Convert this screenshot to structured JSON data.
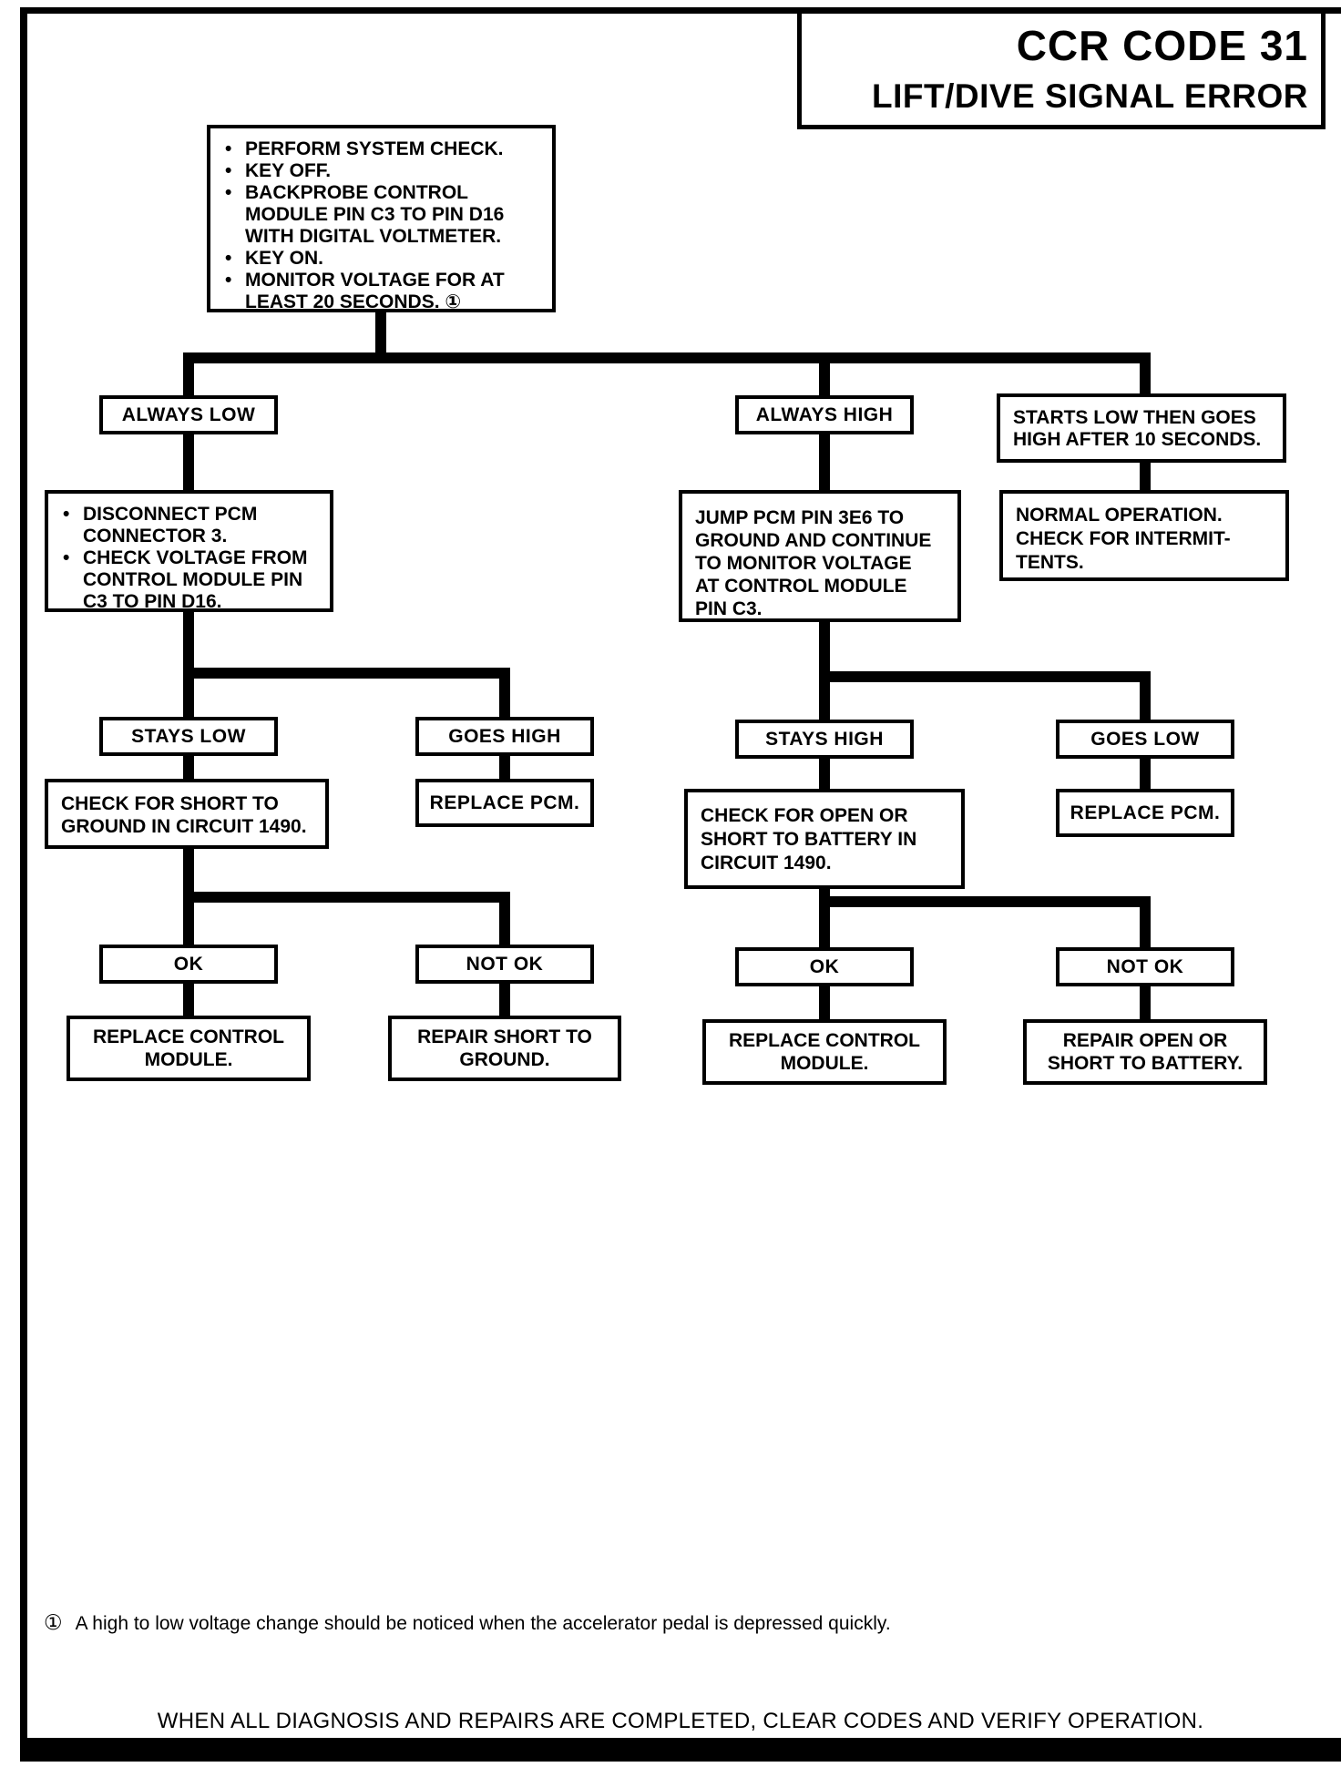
{
  "header": {
    "title": "CCR CODE 31",
    "subtitle": "LIFT/DIVE SIGNAL ERROR"
  },
  "flow": {
    "start_lines": [
      "PERFORM SYSTEM CHECK.",
      "KEY OFF.",
      "BACKPROBE CONTROL",
      "MODULE PIN C3 TO PIN D16",
      "WITH DIGITAL VOLTMETER.",
      "KEY ON.",
      "MONITOR VOLTAGE FOR AT",
      "LEAST 20 SECONDS. ①"
    ],
    "always_low_label": "ALWAYS LOW",
    "always_high_label": "ALWAYS HIGH",
    "starts_low_lines": [
      "STARTS LOW THEN GOES",
      "HIGH AFTER 10 SECONDS."
    ],
    "disconnect_lines": [
      "DISCONNECT PCM",
      "CONNECTOR 3.",
      "CHECK VOLTAGE FROM",
      "CONTROL MODULE PIN",
      "C3 TO PIN D16."
    ],
    "jump_lines": [
      "JUMP PCM PIN 3E6 TO",
      "GROUND AND CONTINUE",
      "TO MONITOR VOLTAGE",
      "AT CONTROL MODULE",
      "PIN C3."
    ],
    "normal_lines": [
      "NORMAL OPERATION.",
      "CHECK FOR INTERMIT-",
      "TENTS."
    ],
    "stays_low_label": "STAYS LOW",
    "goes_high_label": "GOES HIGH",
    "stays_high_label": "STAYS HIGH",
    "goes_low_label": "GOES LOW",
    "check_short_lines": [
      "CHECK FOR SHORT TO",
      "GROUND IN CIRCUIT 1490."
    ],
    "replace_pcm_left_label": "REPLACE PCM.",
    "check_open_lines": [
      "CHECK FOR OPEN OR",
      "SHORT TO BATTERY IN",
      "CIRCUIT 1490."
    ],
    "replace_pcm_right_label": "REPLACE PCM.",
    "ok_left_label": "OK",
    "not_ok_left_label": "NOT OK",
    "ok_right_label": "OK",
    "not_ok_right_label": "NOT OK",
    "replace_cm_left_lines": [
      "REPLACE CONTROL",
      "MODULE."
    ],
    "repair_short_lines": [
      "REPAIR SHORT TO",
      "GROUND."
    ],
    "replace_cm_right_lines": [
      "REPLACE CONTROL",
      "MODULE."
    ],
    "repair_open_lines": [
      "REPAIR OPEN OR",
      "SHORT TO BATTERY."
    ]
  },
  "footnote": {
    "symbol": "①",
    "text": "A high to low voltage change should be noticed when the accelerator pedal is depressed quickly."
  },
  "footer": {
    "note": "WHEN ALL DIAGNOSIS AND REPAIRS ARE COMPLETED, CLEAR CODES AND VERIFY OPERATION."
  },
  "colors": {
    "ink": "#000000",
    "paper": "#ffffff"
  }
}
